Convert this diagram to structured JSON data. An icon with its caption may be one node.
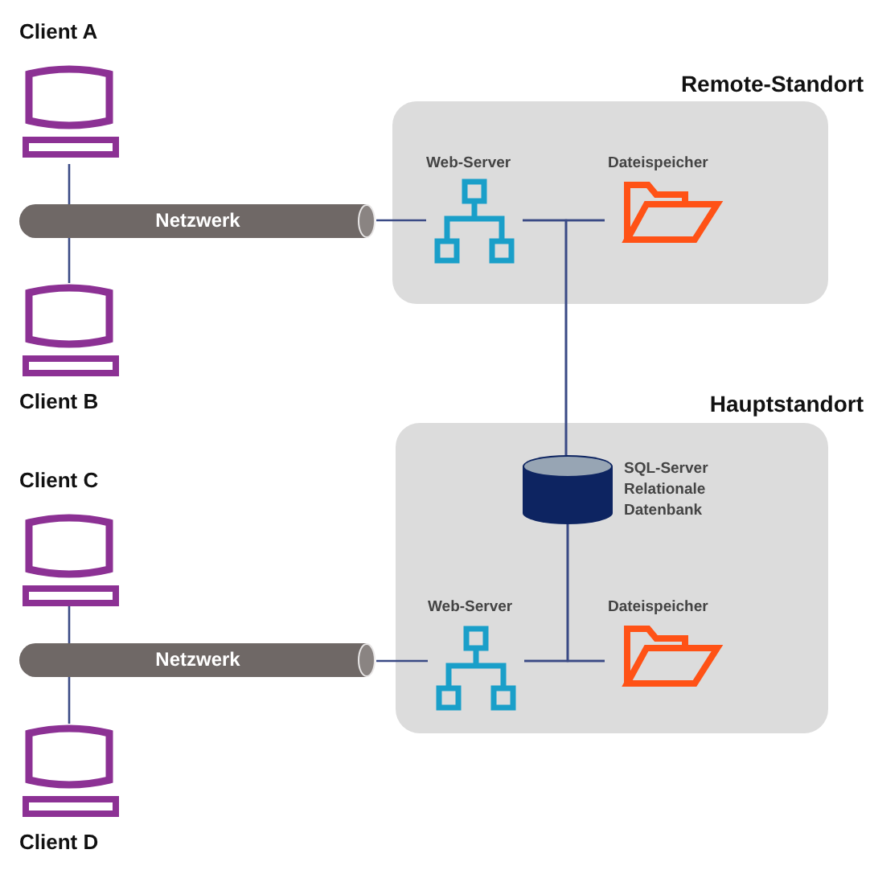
{
  "diagram": {
    "nodes": [
      {
        "text": [
          "Client A"
        ]
      },
      {
        "text": [
          "Client B"
        ]
      },
      {
        "text": [
          "Netzwerk"
        ]
      },
      {
        "text": [
          "Remote-Standort"
        ]
      },
      {
        "text": [
          "Web-Server"
        ],
        "in": 3
      },
      {
        "text": [
          "Dateispeicher"
        ],
        "in": 3
      },
      {
        "text": [
          "Client C"
        ]
      },
      {
        "text": [
          "Client D"
        ]
      },
      {
        "text": [
          "Netzwerk"
        ]
      },
      {
        "text": [
          "Hauptstandort"
        ]
      },
      {
        "text": [
          "SQL-Server Relationale Datenbank"
        ],
        "in": 9
      },
      {
        "text": [
          "Web-Server"
        ],
        "in": 9
      },
      {
        "text": [
          "Dateispeicher"
        ],
        "in": 9
      }
    ],
    "edges": [
      {
        "from": 0,
        "to": 2,
        "arrow": "none"
      },
      {
        "from": 2,
        "to": 1,
        "arrow": "none"
      },
      {
        "from": 2,
        "to": 4,
        "arrow": "none"
      },
      {
        "from": 4,
        "to": 5,
        "arrow": "none"
      },
      {
        "from": 4,
        "to": 10,
        "arrow": "none"
      },
      {
        "from": 5,
        "to": 10,
        "arrow": "none"
      },
      {
        "from": 6,
        "to": 8,
        "arrow": "none"
      },
      {
        "from": 8,
        "to": 7,
        "arrow": "none"
      },
      {
        "from": 8,
        "to": 11,
        "arrow": "none"
      },
      {
        "from": 11,
        "to": 12,
        "arrow": "none"
      },
      {
        "from": 10,
        "to": 11,
        "arrow": "none"
      },
      {
        "from": 10,
        "to": 12,
        "arrow": "none"
      }
    ]
  }
}
